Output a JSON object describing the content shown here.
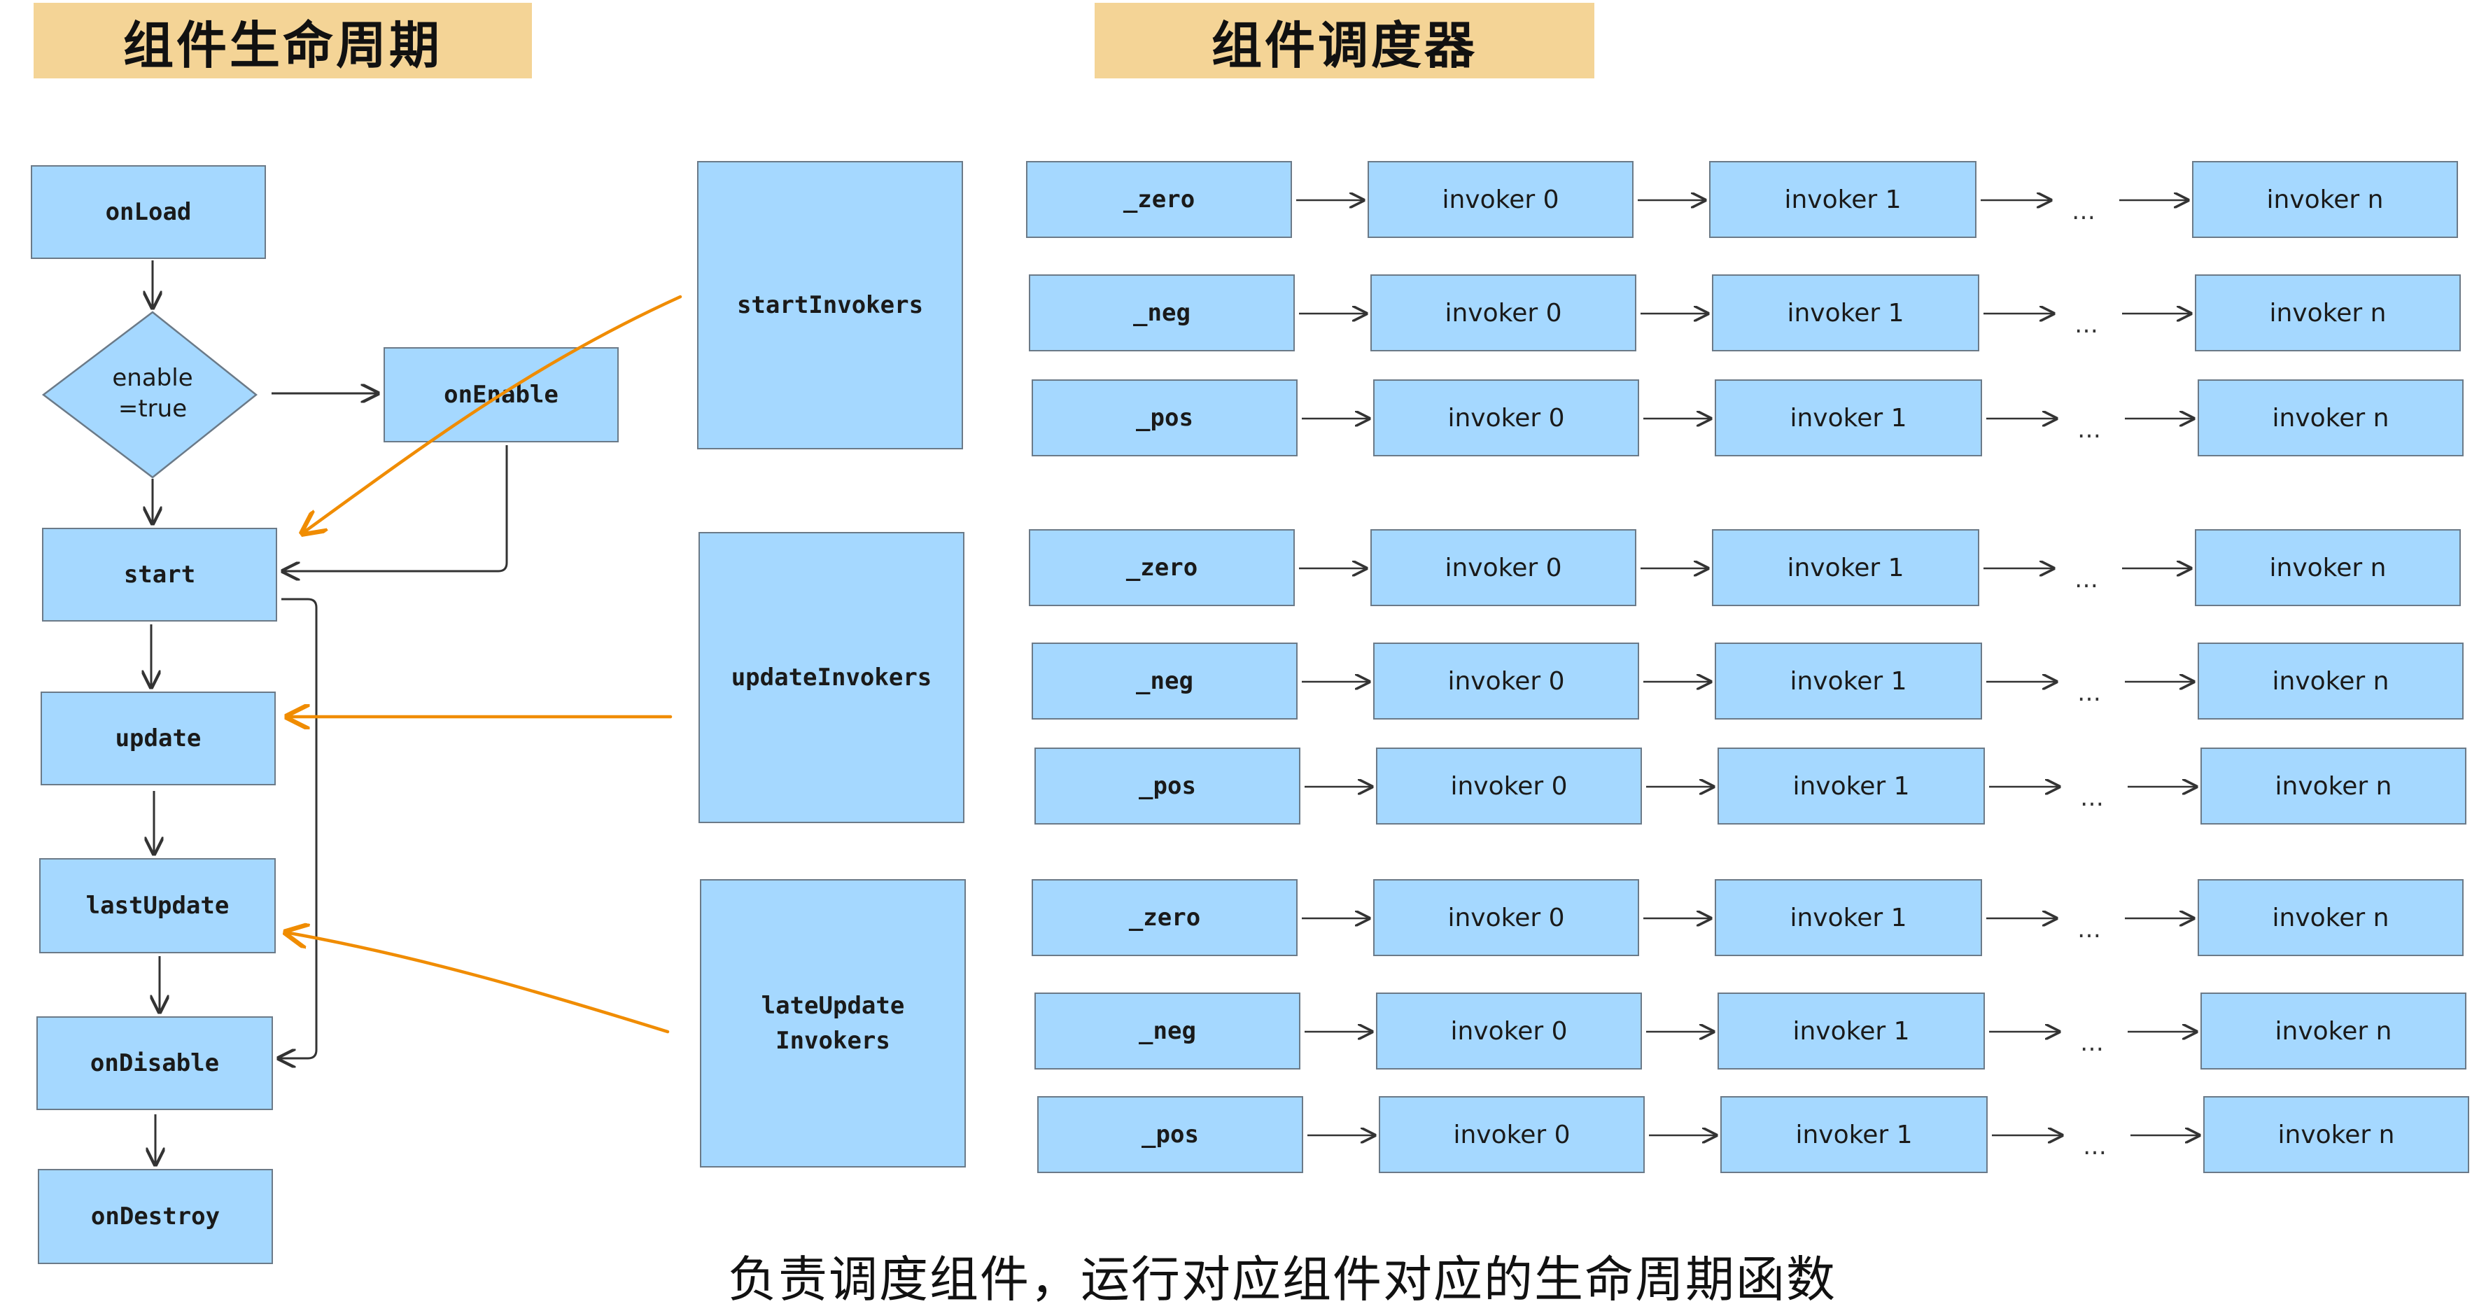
{
  "headers": {
    "lifecycle": "组件生命周期",
    "scheduler": "组件调度器"
  },
  "lifecycle": {
    "onLoad": "onLoad",
    "decision": "enable\n=true",
    "onEnable": "onEnable",
    "start": "start",
    "update": "update",
    "lastUpdate": "lastUpdate",
    "onDisable": "onDisable",
    "onDestroy": "onDestroy"
  },
  "invokers": [
    {
      "label": "startInvokers",
      "queues": [
        "_zero",
        "_neg",
        "_pos"
      ]
    },
    {
      "label": "updateInvokers",
      "queues": [
        "_zero",
        "_neg",
        "_pos"
      ]
    },
    {
      "label": "lateUpdate\nInvokers",
      "queues": [
        "_zero",
        "_neg",
        "_pos"
      ]
    }
  ],
  "chain": {
    "invoker0": "invoker 0",
    "invoker1": "invoker 1",
    "ellipsis": "…",
    "invokerN": "invoker n"
  },
  "caption": "负责调度组件，运行对应组件对应的生命周期函数",
  "colors": {
    "node_fill": "#a5d8ff",
    "node_border": "#6b7a88",
    "header_fill": "#f4d496",
    "highlight_arrow": "#f08c00",
    "arrow": "#333333"
  }
}
